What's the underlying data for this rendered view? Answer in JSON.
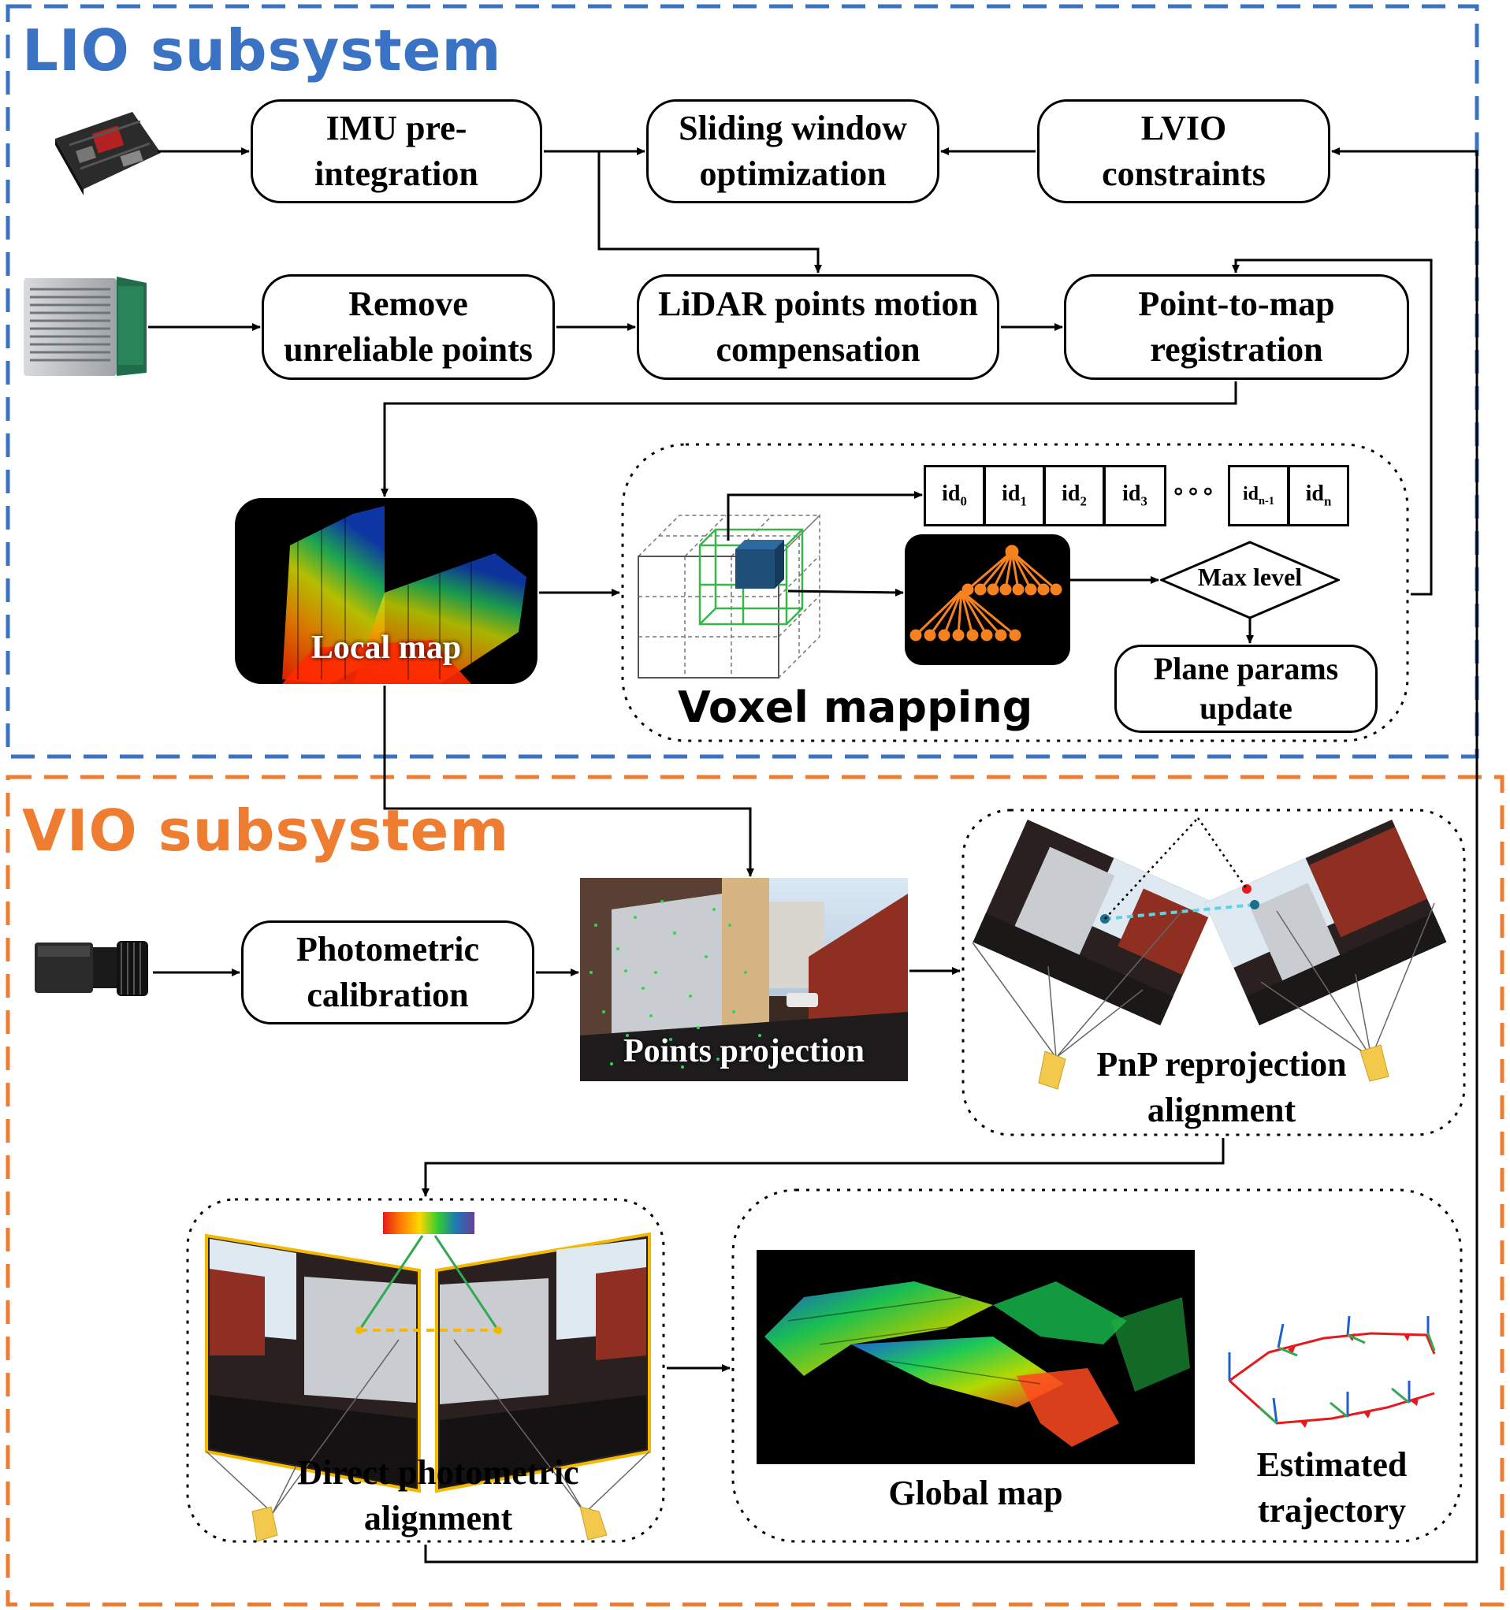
{
  "lio": {
    "title": "LIO subsystem",
    "color": "#3a73c4",
    "boxes": {
      "imu": "IMU pre-\nintegration",
      "sliding": "Sliding window\noptimization",
      "lvio": "LVIO\nconstraints",
      "remove": "Remove\nunreliable points",
      "motion": "LiDAR points motion\ncompensation",
      "registration": "Point-to-map\nregistration"
    },
    "local_map_label": "Local map",
    "voxel": {
      "title": "Voxel mapping",
      "ids": [
        "id0",
        "id1",
        "id2",
        "id3",
        "idn-1",
        "idn"
      ],
      "ellipsis": "∘∘∘",
      "max_level": "Max level",
      "plane_update": "Plane params\nupdate"
    }
  },
  "vio": {
    "title": "VIO subsystem",
    "color": "#ee7d31",
    "boxes": {
      "photometric": "Photometric\ncalibration"
    },
    "points_projection_label": "Points projection",
    "pnp_label": "PnP reprojection\nalignment",
    "direct_label": "Direct photometric\nalignment",
    "global_map_label": "Global map",
    "trajectory_label": "Estimated\ntrajectory"
  },
  "icons": [
    "imu-board-icon",
    "lidar-sensor-icon",
    "camera-icon"
  ],
  "colors": {
    "octree_orange": "#f5821f",
    "voxel_green": "#39b54a",
    "voxel_blue": "#1f4e79",
    "trajectory_red": "#e41a1c",
    "camera_yellow": "#f2c94c"
  }
}
